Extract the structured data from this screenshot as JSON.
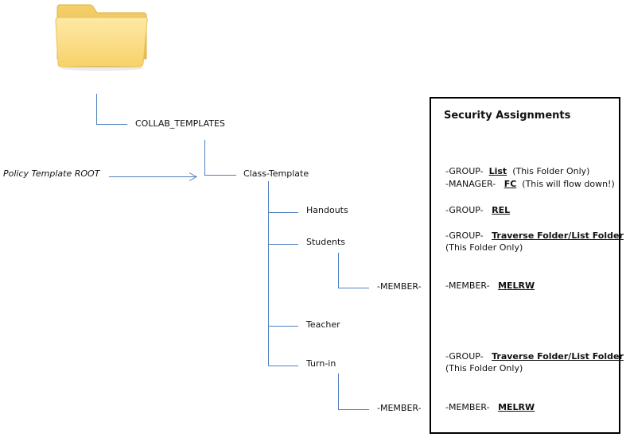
{
  "tree": {
    "root_label": "Policy Template  ROOT",
    "collab": "COLLAB_TEMPLATES",
    "class_template": "Class-Template",
    "handouts": "Handouts",
    "students": "Students",
    "students_member": "-MEMBER-",
    "teacher": "Teacher",
    "turnin": "Turn-in",
    "turnin_member": "-MEMBER-"
  },
  "security": {
    "title": "Security Assignments",
    "class_template": {
      "group_prefix": "-GROUP-",
      "group_perm": "List",
      "group_note": "(This Folder Only)",
      "manager_prefix": "-MANAGER-",
      "manager_perm": "FC",
      "manager_note": "(This will flow down!)"
    },
    "handouts": {
      "prefix": "-GROUP-",
      "perm": "REL"
    },
    "students": {
      "prefix": "-GROUP-",
      "perm": "Traverse Folder/List Folder",
      "note": "(This Folder Only)"
    },
    "students_member": {
      "prefix": "-MEMBER-",
      "perm": "MELRW"
    },
    "turnin": {
      "prefix": "-GROUP-",
      "perm": "Traverse Folder/List Folder",
      "note": "(This Folder Only)"
    },
    "turnin_member": {
      "prefix": "-MEMBER-",
      "perm": "MELRW"
    }
  },
  "colors": {
    "connector": "#4f81bd",
    "folder_body": "#fbd665",
    "folder_tab": "#f6c94a",
    "box_border": "#000000"
  },
  "icons": {
    "root_folder": "folder-icon"
  }
}
